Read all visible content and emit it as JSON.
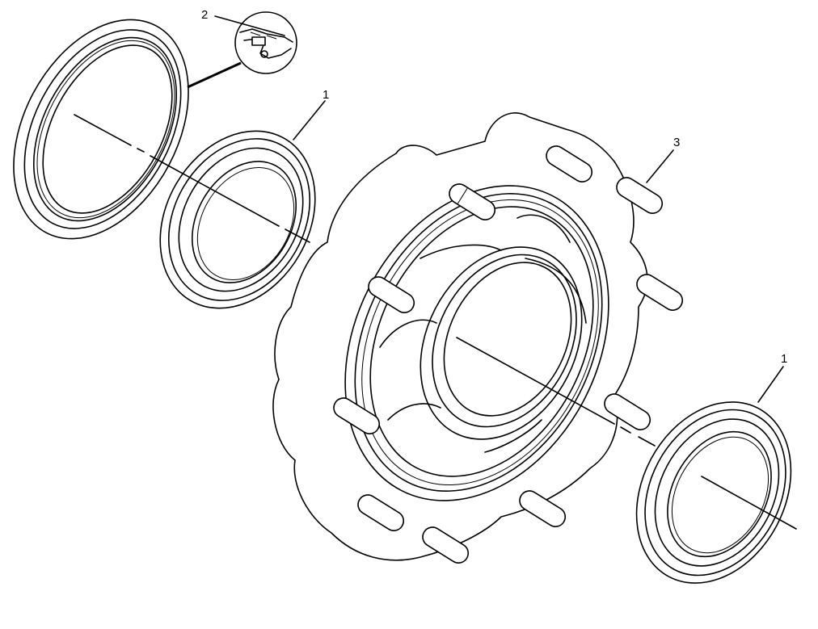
{
  "callouts": {
    "seal_ring_top": "1",
    "seal_detail": "2",
    "wheel_stud": "3",
    "seal_ring_bottom": "1"
  },
  "colors": {
    "line": "#000000",
    "background": "#ffffff"
  }
}
